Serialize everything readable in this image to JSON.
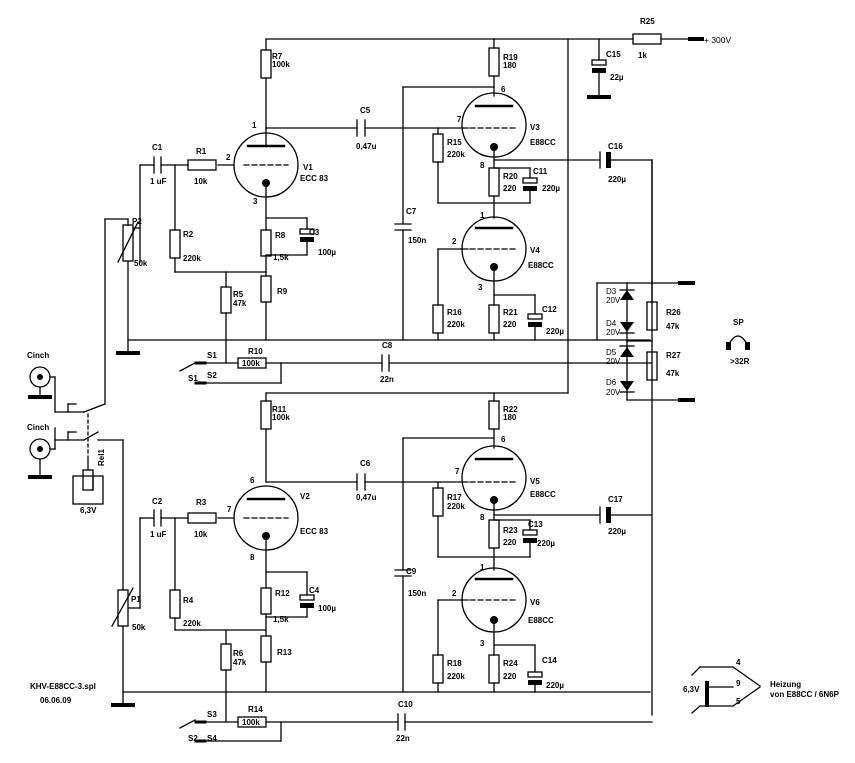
{
  "supply": {
    "r25_name": "R25",
    "r25_value": "1k",
    "voltage": "+ 300V",
    "c15_name": "C15",
    "c15_value": "22µ"
  },
  "inputs": {
    "cinch_top": "Cinch",
    "cinch_bottom": "Cinch",
    "relay_name": "Rel1",
    "relay_voltage": "6,3V"
  },
  "upper_channel": {
    "c1": [
      "C1",
      "1 uF"
    ],
    "r1": [
      "R1",
      "10k"
    ],
    "r2": [
      "R2",
      "220k"
    ],
    "p2": [
      "P2",
      "50k"
    ],
    "r7": [
      "R7",
      "100k"
    ],
    "v1": [
      "V1",
      "ECC 83"
    ],
    "pin_1": "1",
    "pin_2": "2",
    "pin_3": "3",
    "r8": [
      "R8",
      "1,5k"
    ],
    "c3": [
      "C3",
      "100µ"
    ],
    "r9": "R9",
    "r5": [
      "R5",
      "47k"
    ],
    "c5": [
      "C5",
      "0,47u"
    ],
    "r19": [
      "R19",
      "180"
    ],
    "v3": [
      "V3",
      "E88CC"
    ],
    "v3_pin_6": "6",
    "v3_pin_7": "7",
    "v3_pin_8": "8",
    "r15": [
      "R15",
      "220k"
    ],
    "r20": [
      "R20",
      "220"
    ],
    "c11": [
      "C11",
      "220µ"
    ],
    "c7": [
      "C7",
      "150n"
    ],
    "v4": [
      "V4",
      "E88CC"
    ],
    "v4_pin_1": "1",
    "v4_pin_2": "2",
    "v4_pin_3": "3",
    "r16": [
      "R16",
      "220k"
    ],
    "r21": [
      "R21",
      "220"
    ],
    "c12": [
      "C12",
      "220µ"
    ],
    "c16": [
      "C16",
      "220µ"
    ],
    "s1": "S1",
    "s2": "S2",
    "r10": [
      "R10",
      "100k"
    ],
    "c8": [
      "C8",
      "22n"
    ]
  },
  "lower_channel": {
    "c2": [
      "C2",
      "1 uF"
    ],
    "r3": [
      "R3",
      "10k"
    ],
    "r4": [
      "R4",
      "220k"
    ],
    "p1": [
      "P1",
      "50k"
    ],
    "r11": [
      "R11",
      "100k"
    ],
    "v2": [
      "V2",
      "ECC 83"
    ],
    "pin_6": "6",
    "pin_7": "7",
    "pin_8": "8",
    "r12": [
      "R12",
      "1,5k"
    ],
    "c4": [
      "C4",
      "100µ"
    ],
    "r13": "R13",
    "r6": [
      "R6",
      "47k"
    ],
    "c6": [
      "C6",
      "0,47u"
    ],
    "r22": [
      "R22",
      "180"
    ],
    "v5": [
      "V5",
      "E88CC"
    ],
    "v5_pin_6": "6",
    "v5_pin_7": "7",
    "v5_pin_8": "8",
    "r17": [
      "R17",
      "220k"
    ],
    "r23": [
      "R23",
      "220"
    ],
    "c13": [
      "C13",
      "220µ"
    ],
    "c9": [
      "C9",
      "150n"
    ],
    "v6": [
      "V6",
      "E88CC"
    ],
    "v6_pin_1": "1",
    "v6_pin_2": "2",
    "v6_pin_3": "3",
    "r18": [
      "R18",
      "220k"
    ],
    "r24": [
      "R24",
      "220"
    ],
    "c14": [
      "C14",
      "220µ"
    ],
    "c17": [
      "C17",
      "220µ"
    ],
    "s3": "S3",
    "s4": "S4",
    "r14": [
      "R14",
      "100k"
    ],
    "c10": [
      "C10",
      "22n"
    ]
  },
  "output": {
    "d3": [
      "D3",
      "20V"
    ],
    "d4": [
      "D4",
      "20V"
    ],
    "d5": [
      "D5",
      "20V"
    ],
    "d6": [
      "D6",
      "20V"
    ],
    "r26": [
      "R26",
      "47k"
    ],
    "r27": [
      "R27",
      "47k"
    ],
    "sp": "SP",
    "sp_load": ">32R"
  },
  "heater": {
    "voltage": "6,3V",
    "title": "Heizung",
    "source": "von E88CC / 6N6P",
    "pins": [
      "4",
      "9",
      "5"
    ]
  },
  "footer": {
    "file": "KHV-E88CC-3.spl",
    "date": "06.06.09"
  }
}
